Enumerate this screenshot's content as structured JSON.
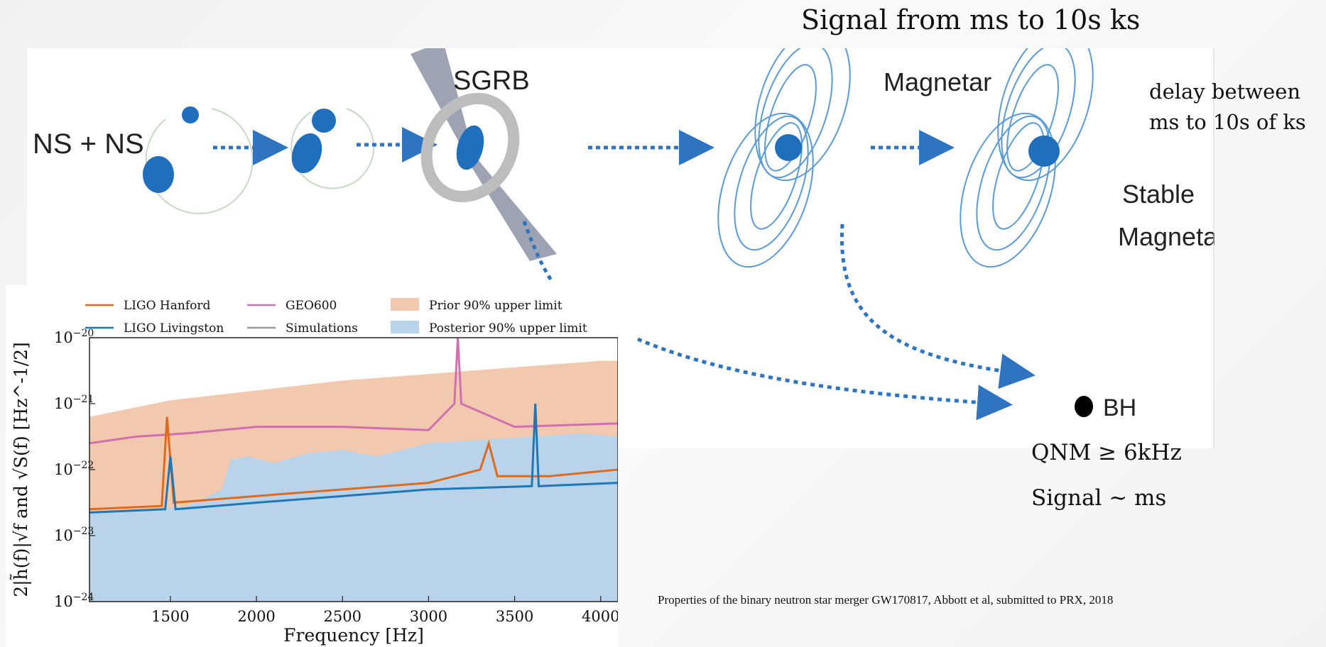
{
  "slide": {
    "title": "Signal from ms to 10s ks",
    "side_note": [
      "delay between",
      "ms to 10s of ks"
    ],
    "qnm": "QNM ≥ 6kHz",
    "signal": "Signal ~ ms",
    "citation": "Properties of the binary neutron star merger GW170817, Abbott et al, submitted to PRX, 2018"
  },
  "diagram": {
    "ns_label": "NS + NS",
    "sgrb_label": "SGRB",
    "magnetar_label": "Magnetar",
    "stable_label_1": "Stable",
    "stable_label_2": "Magnetar",
    "bh_label": "BH",
    "colors": {
      "star": "#1f6fbd",
      "arrow": "#2e74c0",
      "field": "#5b9bd5",
      "ring": "#bdbdbd",
      "beam": "#9ea3b3"
    }
  },
  "chart_data": {
    "type": "line",
    "xlabel": "Frequency [Hz]",
    "ylabel": "2|h̃(f)|√f and √S(f) [Hz^-1/2]",
    "xlim": [
      1030,
      4100
    ],
    "ylim_log10": [
      -24,
      -20
    ],
    "x_ticks": [
      1500,
      2000,
      2500,
      3000,
      3500,
      4000
    ],
    "y_ticks": [
      {
        "exp": -20,
        "label": "10",
        "sup": "−20"
      },
      {
        "exp": -21,
        "label": "10",
        "sup": "−21"
      },
      {
        "exp": -22,
        "label": "10",
        "sup": "−22"
      },
      {
        "exp": -23,
        "label": "10",
        "sup": "−23"
      },
      {
        "exp": -24,
        "label": "10",
        "sup": "−24"
      }
    ],
    "legend": [
      {
        "name": "LIGO Hanford",
        "kind": "line",
        "color": "#e06a1b"
      },
      {
        "name": "GEO600",
        "kind": "line",
        "color": "#d070b0"
      },
      {
        "name": "Prior 90% upper limit",
        "kind": "fill",
        "color": "#f2c9ae"
      },
      {
        "name": "LIGO Livingston",
        "kind": "line",
        "color": "#1f77b4"
      },
      {
        "name": "Simulations",
        "kind": "line",
        "color": "#999999"
      },
      {
        "name": "Posterior 90% upper limit",
        "kind": "fill",
        "color": "#b9d3ea"
      }
    ],
    "series": [
      {
        "name": "Prior 90% upper limit",
        "color": "#f2c9ae",
        "x": [
          1030,
          1500,
          2000,
          2500,
          3000,
          3500,
          4000,
          4100
        ],
        "log10y": [
          -21.2,
          -20.95,
          -20.8,
          -20.65,
          -20.55,
          -20.45,
          -20.35,
          -20.35
        ]
      },
      {
        "name": "Posterior 90% upper limit",
        "color": "#b9d3ea",
        "x": [
          1030,
          1400,
          1600,
          1800,
          1850,
          1950,
          2100,
          2300,
          2500,
          2700,
          3000,
          3300,
          3600,
          3900,
          4100
        ],
        "log10y": [
          -22.65,
          -22.6,
          -22.55,
          -22.3,
          -21.85,
          -21.8,
          -21.9,
          -21.75,
          -21.7,
          -21.8,
          -21.6,
          -21.55,
          -21.5,
          -21.45,
          -21.5
        ]
      },
      {
        "name": "GEO600",
        "color": "#d070b0",
        "x": [
          1030,
          1300,
          1600,
          2000,
          2500,
          3000,
          3150,
          3170,
          3190,
          3500,
          4100
        ],
        "log10y": [
          -21.6,
          -21.5,
          -21.45,
          -21.35,
          -21.35,
          -21.4,
          -21.0,
          -20.0,
          -21.0,
          -21.35,
          -21.3
        ]
      },
      {
        "name": "LIGO Hanford",
        "color": "#e06a1b",
        "x": [
          1030,
          1450,
          1480,
          1520,
          2000,
          2500,
          3000,
          3300,
          3350,
          3400,
          3700,
          4100
        ],
        "log10y": [
          -22.6,
          -22.55,
          -21.2,
          -22.5,
          -22.4,
          -22.3,
          -22.2,
          -22.0,
          -21.6,
          -22.1,
          -22.1,
          -22.0
        ]
      },
      {
        "name": "LIGO Livingston",
        "color": "#1f77b4",
        "x": [
          1030,
          1470,
          1500,
          1530,
          2000,
          2500,
          3000,
          3600,
          3620,
          3640,
          4100
        ],
        "log10y": [
          -22.65,
          -22.6,
          -21.8,
          -22.6,
          -22.5,
          -22.4,
          -22.3,
          -22.25,
          -21.0,
          -22.25,
          -22.2
        ]
      }
    ]
  }
}
